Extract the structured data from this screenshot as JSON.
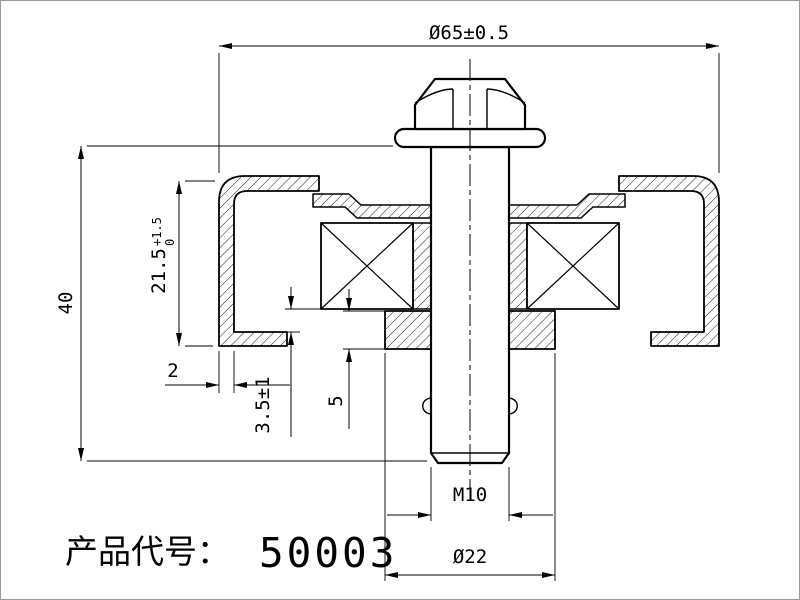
{
  "meta": {
    "colors": {
      "line": "#000000",
      "background": "#ffffff"
    },
    "drawing_type": "cross-section technical drawing of roller / pulley assembly with flange bolt"
  },
  "dims": {
    "dia65": "Ø65±0.5",
    "height40": "40",
    "depth21": {
      "value": "21.5",
      "upper": "+1.5",
      "lower": "0"
    },
    "wall2": "2",
    "gap35": "3.5±1",
    "hub5": "5",
    "thread": "M10",
    "dia22": "Ø22"
  },
  "title": {
    "label": "产品代号：",
    "code": "50003"
  }
}
